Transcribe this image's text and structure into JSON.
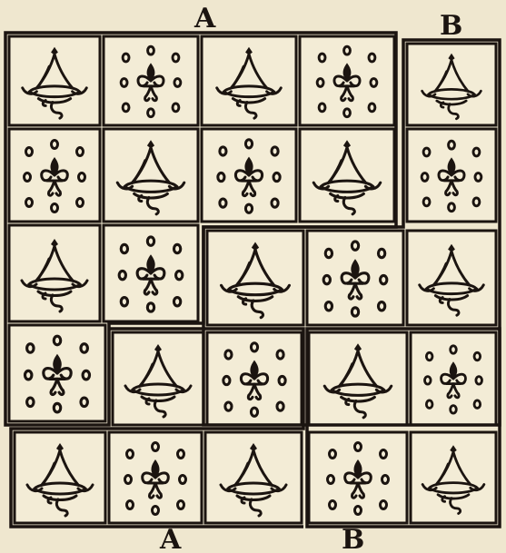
{
  "labels": {
    "top_left": "A",
    "top_right": "B",
    "bottom_left": "A",
    "bottom_right": "B"
  },
  "motifs": [
    "bell-ornament-icon",
    "fleur-de-lis-icon"
  ],
  "ink_color": "#1b1410",
  "paper_color": "#efe7cf"
}
